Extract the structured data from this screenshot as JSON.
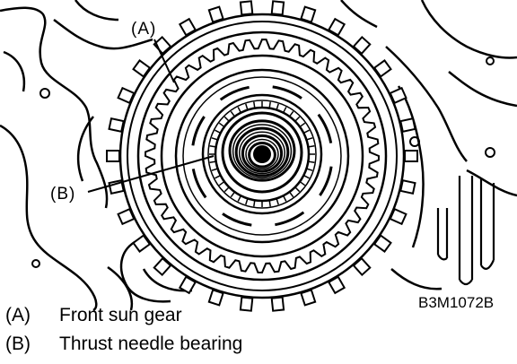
{
  "callouts": {
    "a": "(A)",
    "b": "(B)"
  },
  "figure_code": "B3M1072B",
  "legend": [
    {
      "key": "(A)",
      "text": "Front sun gear"
    },
    {
      "key": "(B)",
      "text": "Thrust needle bearing"
    }
  ],
  "colors": {
    "ink": "#000000",
    "paper": "#ffffff"
  }
}
